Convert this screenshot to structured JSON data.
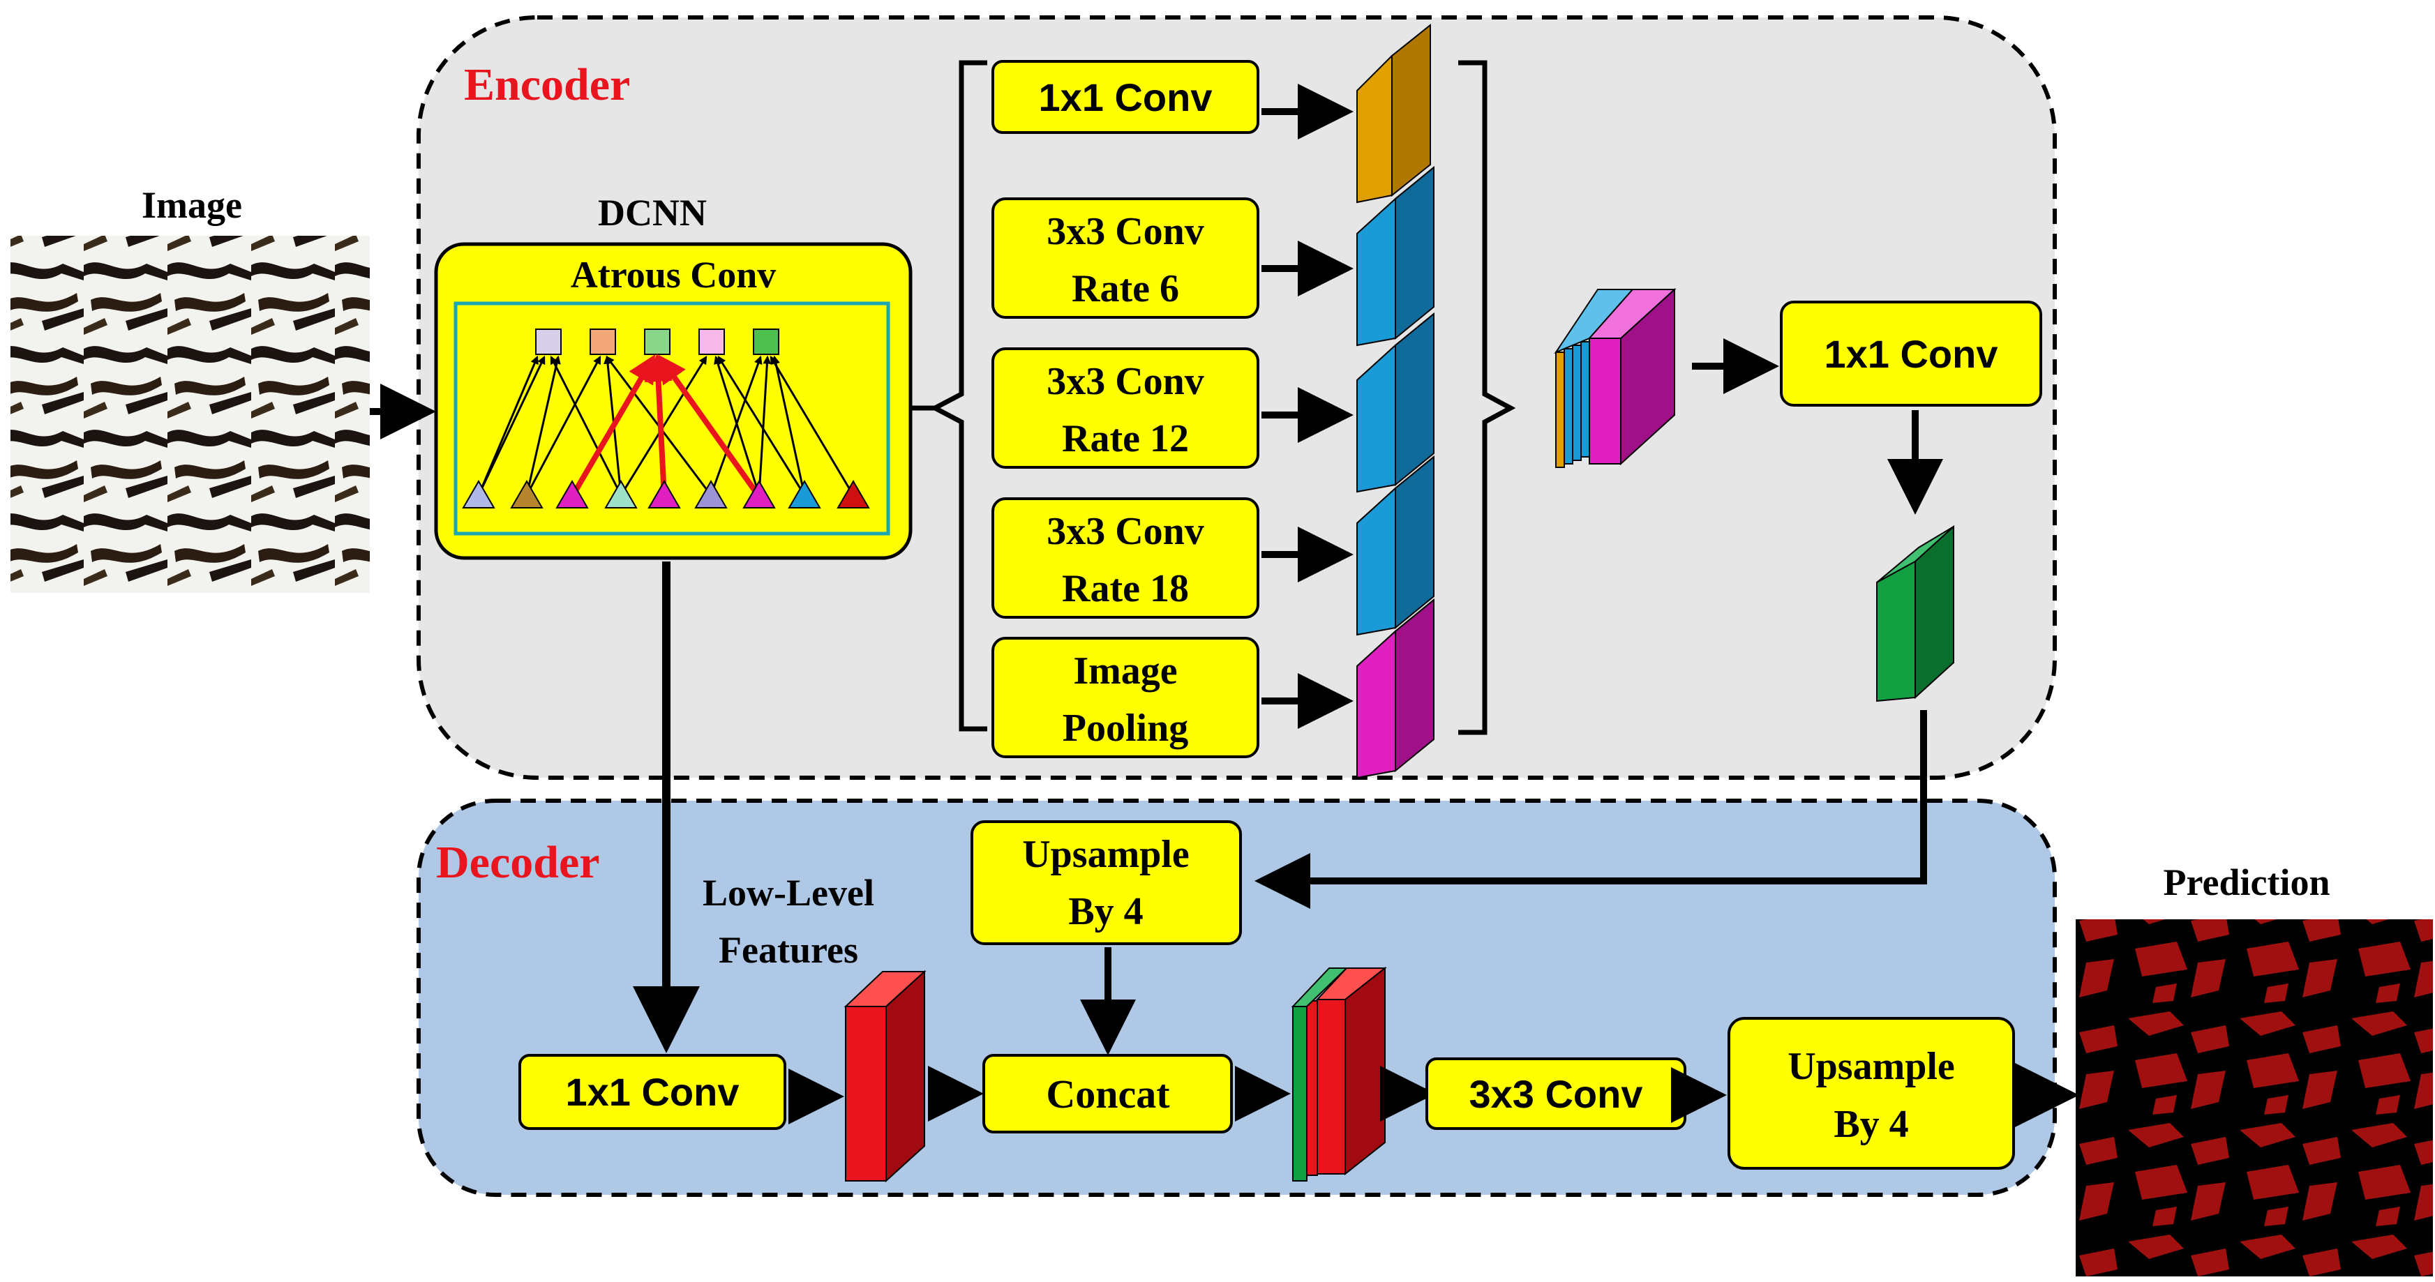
{
  "labels": {
    "image": "Image",
    "prediction": "Prediction",
    "encoder": "Encoder",
    "decoder": "Decoder",
    "dcnn": "DCNN",
    "atrous": "Atrous Conv",
    "low_level_1": "Low-Level",
    "low_level_2": "Features"
  },
  "encoder_blocks": {
    "conv1x1": "1x1 Conv",
    "rate6_1": "3x3 Conv",
    "rate6_2": "Rate 6",
    "rate12_1": "3x3 Conv",
    "rate12_2": "Rate 12",
    "rate18_1": "3x3 Conv",
    "rate18_2": "Rate 18",
    "pool_1": "Image",
    "pool_2": "Pooling",
    "fuse": "1x1 Conv"
  },
  "decoder_blocks": {
    "up1_1": "Upsample",
    "up1_2": "By 4",
    "conv1x1": "1x1 Conv",
    "concat": "Concat",
    "conv3x3": "3x3 Conv",
    "up2_1": "Upsample",
    "up2_2": "By 4"
  },
  "colors": {
    "block_fill": "#ffff00",
    "encoder_bg": "#e6e6e6",
    "decoder_bg": "#aec8e6",
    "section_title": "#e8141e",
    "orange": "#e0a000",
    "blue": "#1a9ad6",
    "magenta": "#e020c0",
    "green": "#13a043",
    "red": "#e8141e"
  }
}
